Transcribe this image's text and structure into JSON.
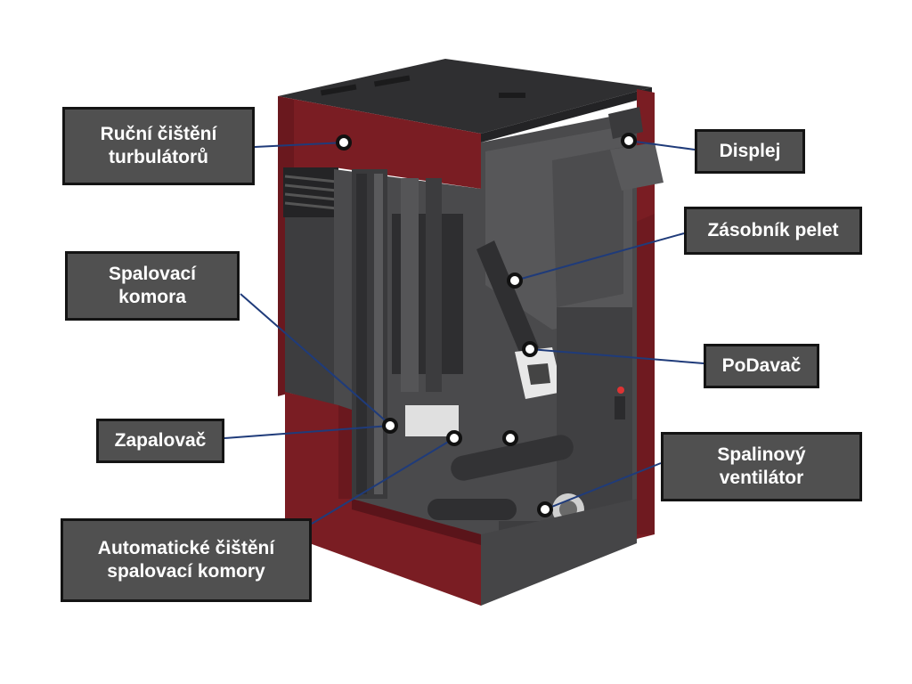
{
  "diagram": {
    "colors": {
      "casing": "#7a1d23",
      "casing_dark": "#5a141a",
      "interior": "#4a4a4c",
      "interior_dark": "#2e2e30",
      "label_fill": "#505050",
      "label_border": "#141414",
      "leader_line": "#1f3b7a",
      "label_text": "#ffffff"
    },
    "callouts": {
      "rucni_cisteni": {
        "line1": "Ruční čištění",
        "line2": "turbulátorů"
      },
      "displej": {
        "line1": "Displej"
      },
      "zasobnik": {
        "line1": "Zásobník pelet"
      },
      "spalovaci_komora": {
        "line1": "Spalovací",
        "line2": "komora"
      },
      "podavac": {
        "line1": "PoDavač"
      },
      "zapalovac": {
        "line1": "Zapalovač"
      },
      "spalinovy": {
        "line1": "Spalinový",
        "line2": "ventilátor"
      },
      "automaticke": {
        "line1": "Automatické čištění",
        "line2": "spalovací komory"
      }
    }
  }
}
